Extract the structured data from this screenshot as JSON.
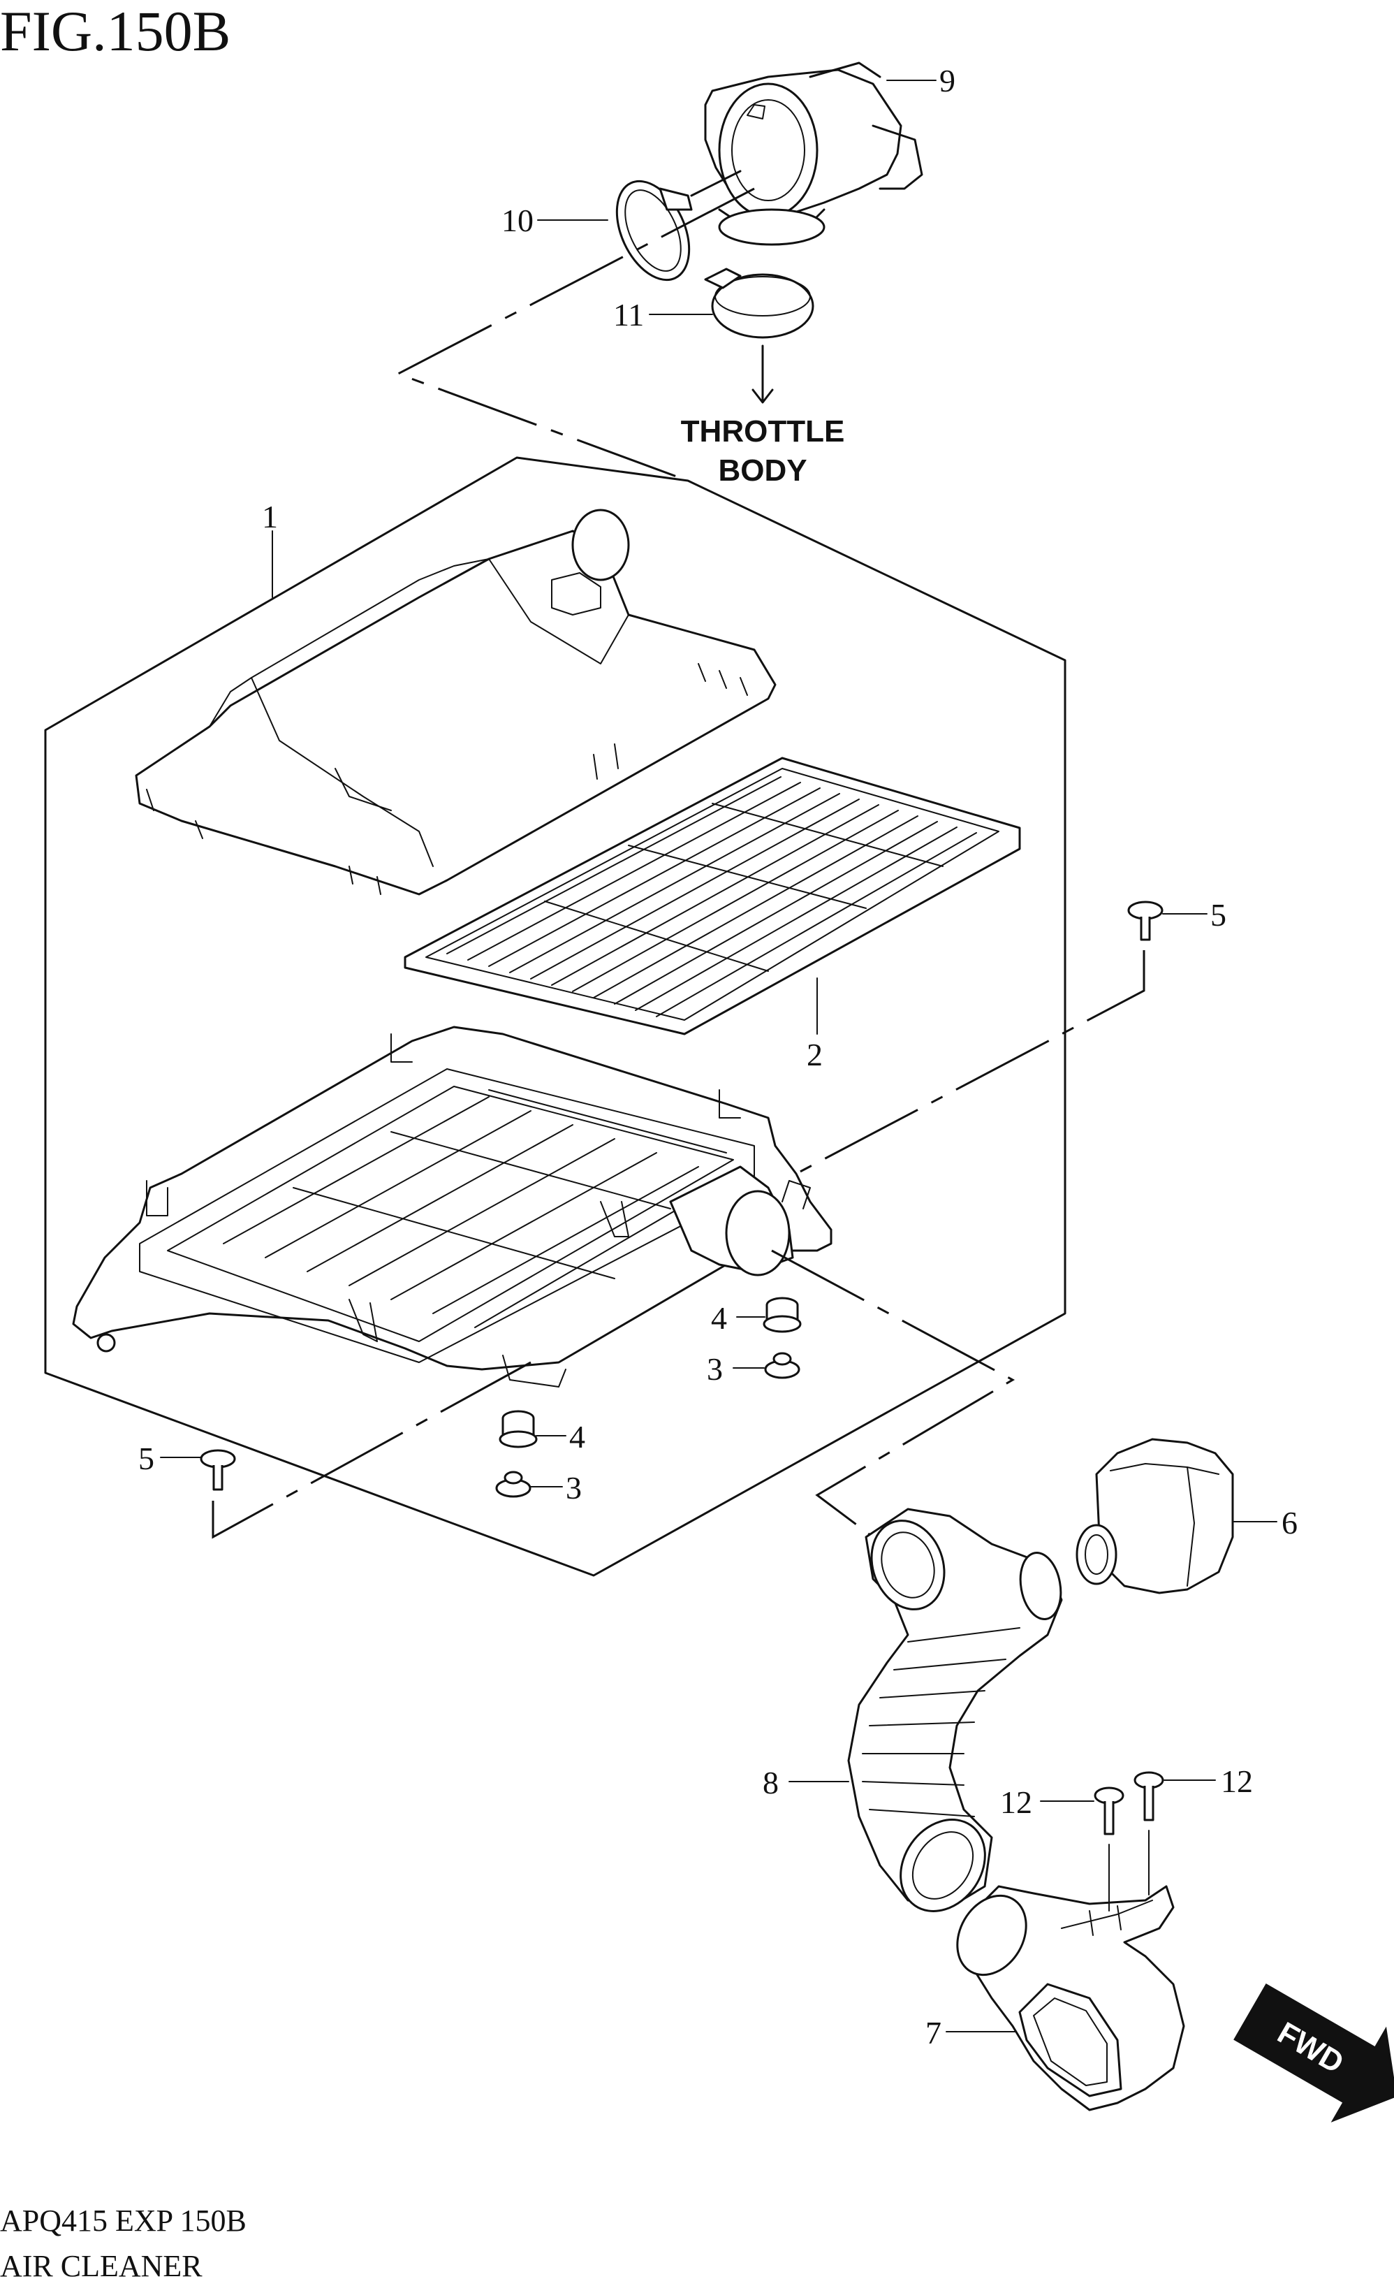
{
  "figure": {
    "title": "FIG.150B"
  },
  "footer": {
    "code": "APQ415 EXP 150B",
    "section": "AIR CLEANER"
  },
  "direction": {
    "label": "FWD"
  },
  "note": {
    "line1": "THROTTLE",
    "line2": "BODY"
  },
  "callouts": [
    "1",
    "2",
    "3",
    "3",
    "4",
    "4",
    "5",
    "5",
    "6",
    "7",
    "8",
    "9",
    "10",
    "11",
    "12",
    "12"
  ]
}
